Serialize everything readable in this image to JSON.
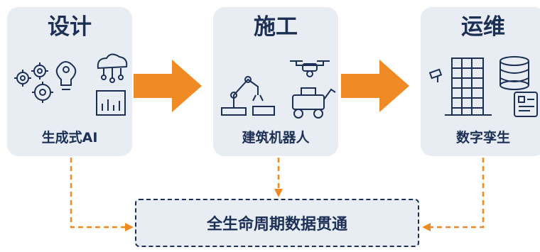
{
  "stages": [
    {
      "title": "设计",
      "subtitle": "生成式AI",
      "icons": [
        "gears-icon",
        "brain-gear-icon",
        "cloud-network-icon",
        "chart-icon"
      ]
    },
    {
      "title": "施工",
      "subtitle": "建筑机器人",
      "icons": [
        "robot-arm-icon",
        "drone-icon",
        "construction-robot-icon"
      ]
    },
    {
      "title": "运维",
      "subtitle": "数字孪生",
      "icons": [
        "building-icon",
        "database-icon",
        "tablet-icon",
        "camera-icon"
      ]
    }
  ],
  "bottom": {
    "label": "全生命周期数据贯通"
  },
  "colors": {
    "accent": "#f08a24",
    "text": "#1c2f55",
    "panel": "#e8edf4",
    "border": "#1c2f55"
  }
}
